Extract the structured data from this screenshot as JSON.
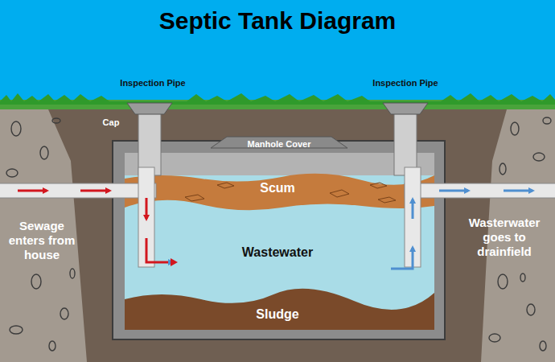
{
  "diagram": {
    "title": "Septic Tank Diagram",
    "nodes": [
      {
        "text": [
          "Scum"
        ]
      },
      {
        "text": [
          "Wastewater"
        ]
      },
      {
        "text": [
          "Sludge"
        ]
      }
    ],
    "labels": [
      "Inspection Pipe",
      "Inspection Pipe",
      "Cap",
      "Manhole Cover",
      "Sewage enters from house",
      "Wasterwater goes to drainfield"
    ]
  }
}
